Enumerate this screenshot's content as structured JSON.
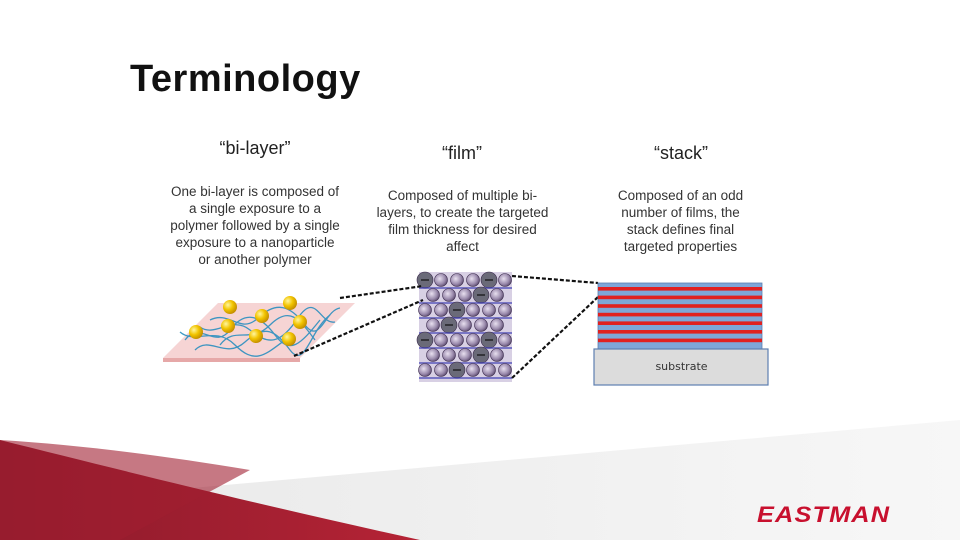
{
  "slide": {
    "title": "Terminology"
  },
  "columns": [
    {
      "heading": "“bi-layer”",
      "description": "One bi-layer is composed of a single exposure to a polymer followed by a single exposure to a nanoparticle or another polymer"
    },
    {
      "heading": "“film”",
      "description": "Composed of multiple bi-layers, to create the targeted film thickness for desired affect"
    },
    {
      "heading": "“stack”",
      "description": "Composed of an odd number of films, the stack defines final targeted properties"
    }
  ],
  "stack_diagram": {
    "substrate_label": "substrate"
  },
  "footer": {
    "logo_text": "EASTMAN"
  },
  "colors": {
    "brand_red": "#c8102e",
    "stack_blue": "#7ea6d8",
    "stack_red": "#e02020",
    "substrate_gray": "#dcdcdc"
  }
}
